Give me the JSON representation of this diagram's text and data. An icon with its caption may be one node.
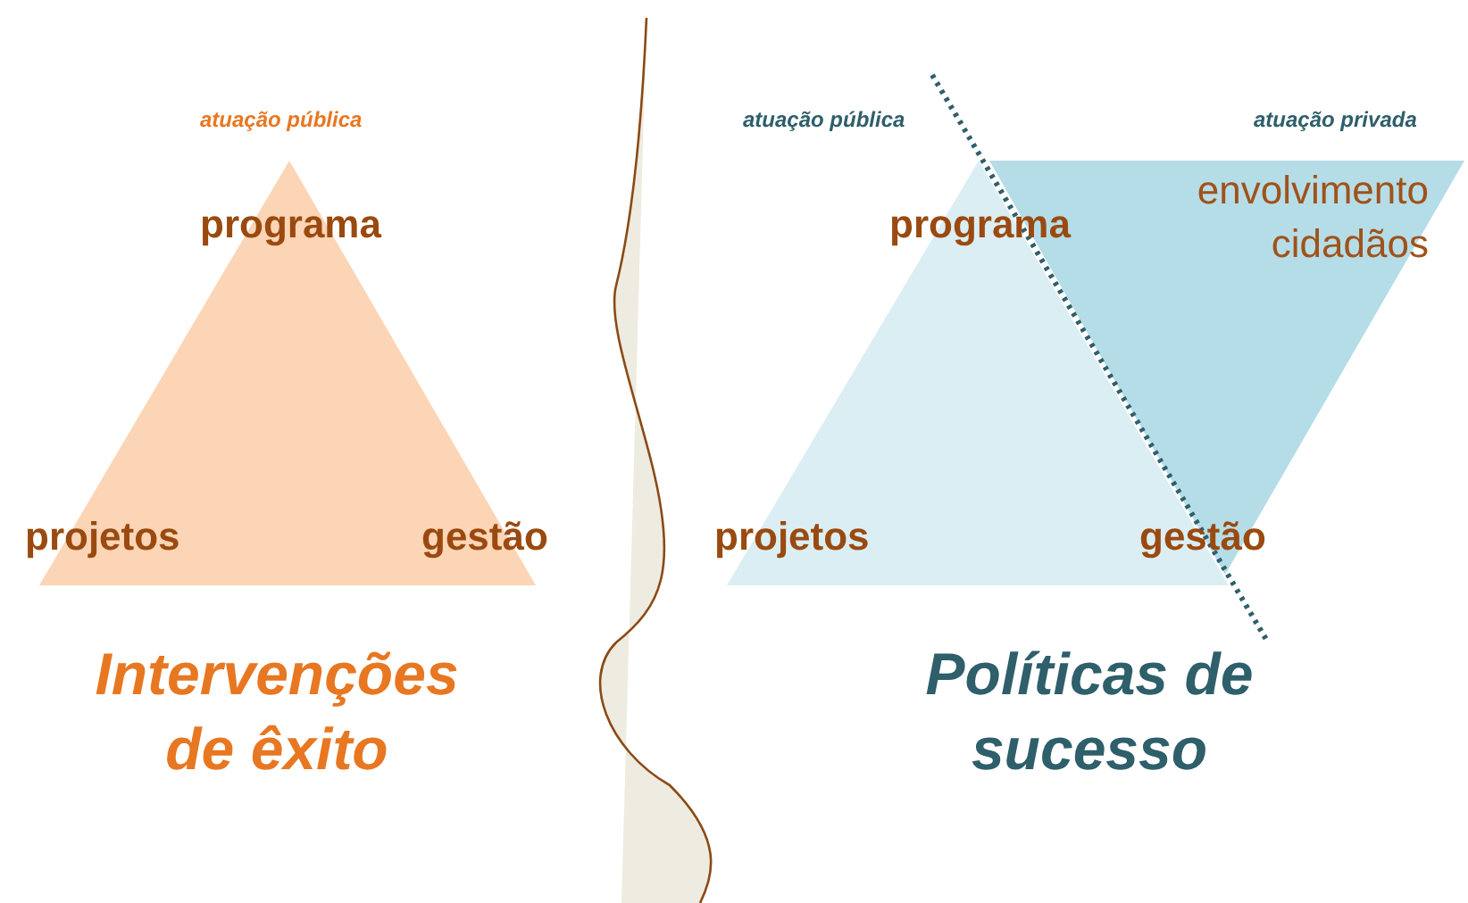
{
  "diagram": {
    "labels": [
      "atuação pública",
      "atuação pública",
      "atuação privada",
      "envolvimento cidadãos",
      "programa",
      "programa",
      "projetos",
      "gestão",
      "projetos",
      "gestão",
      "Intervenções de êxito",
      "Políticas de sucesso"
    ]
  }
}
